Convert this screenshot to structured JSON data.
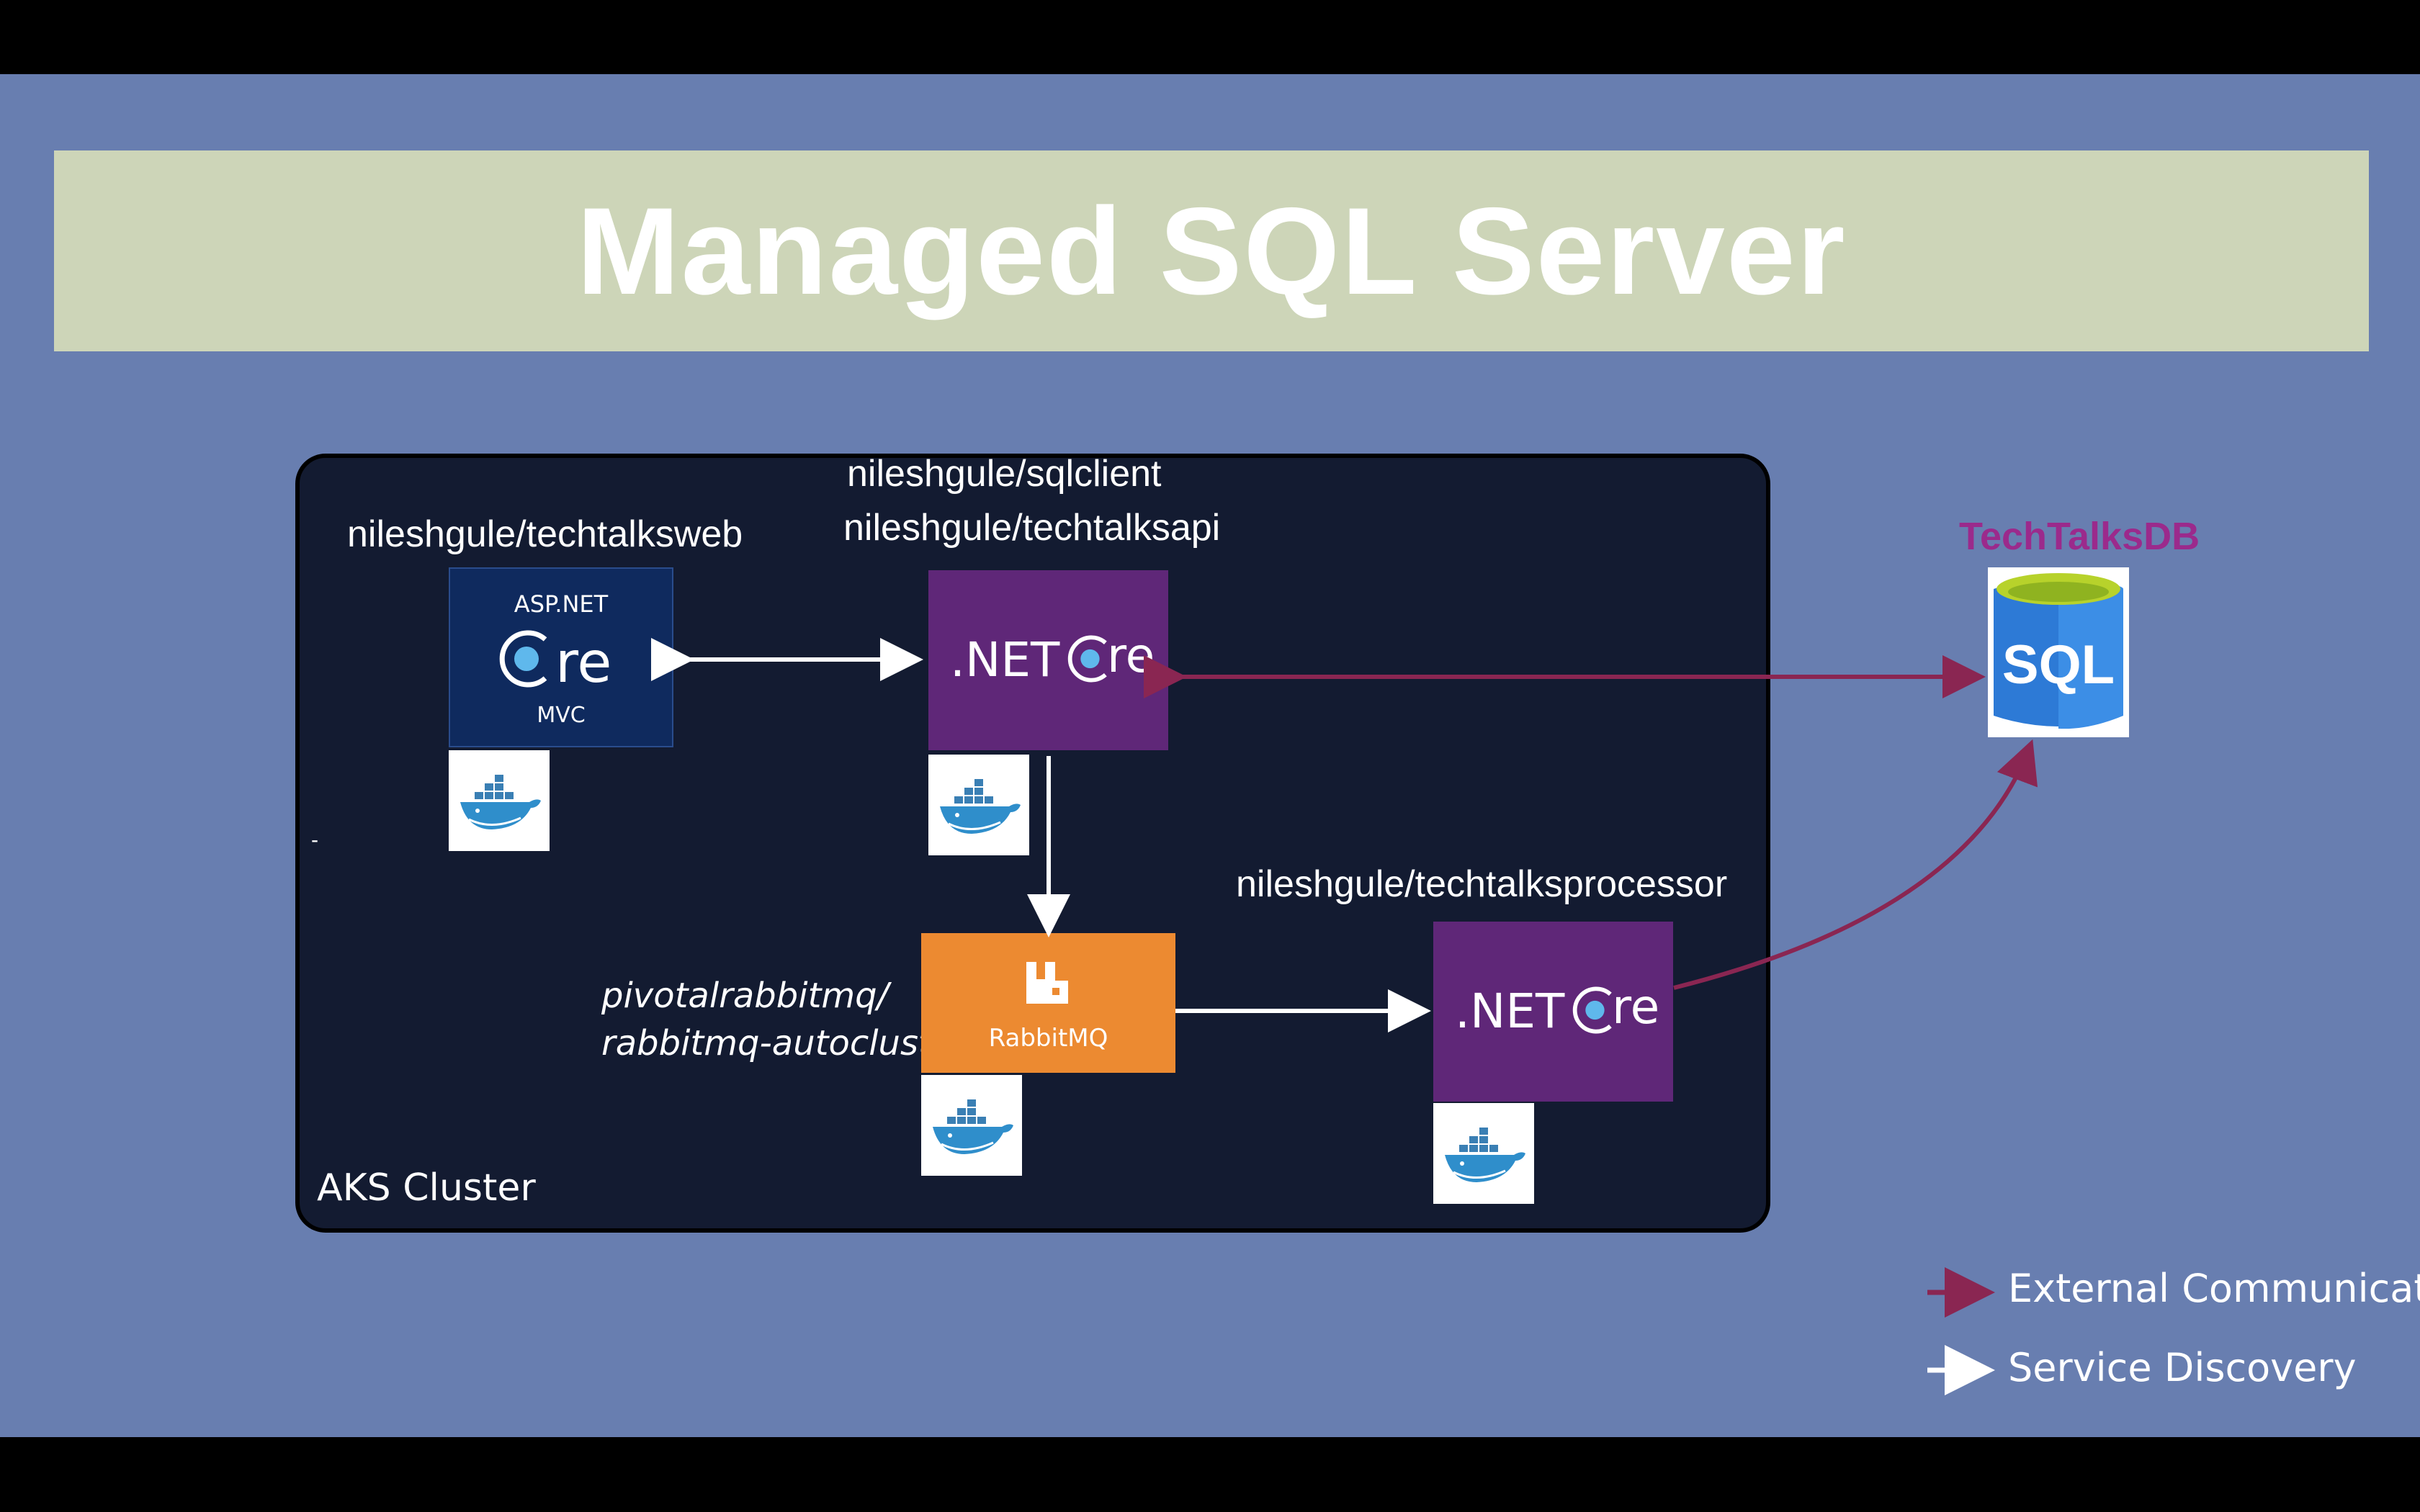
{
  "title": "Managed SQL Server",
  "cluster": {
    "label": "AKS Cluster",
    "dash": "-"
  },
  "images": {
    "web": "nileshgule/techtalksweb",
    "sqlclient": "nileshgule/sqlclient",
    "api": "nileshgule/techtalksapi",
    "processor": "nileshgule/techtalksprocessor",
    "rabbit_line1": "pivotalrabbitmq/",
    "rabbit_line2": "rabbitmq-autocluster"
  },
  "logos": {
    "aspnet_top": "ASP.NET",
    "aspnet_core": "re",
    "aspnet_bottom": "MVC",
    "netcore_prefix": ".NET",
    "netcore_suffix": "re",
    "rabbitmq": "RabbitMQ",
    "sql": "SQL"
  },
  "database": {
    "name": "TechTalksDB"
  },
  "legend": {
    "external": "External Communication",
    "discovery": "Service Discovery"
  },
  "colors": {
    "external_arrow": "#8a2652",
    "discovery_arrow": "#ffffff",
    "dotnet_purple": "#5f2778",
    "rabbit_orange": "#ec8a31",
    "slide_bg": "#687eb0",
    "title_bar": "#cdd5b8"
  }
}
